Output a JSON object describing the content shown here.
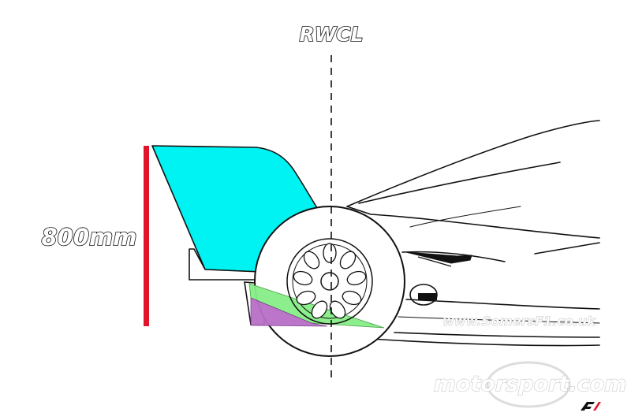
{
  "diagram": {
    "centerline_label": "RWCL",
    "height_label": "800mm",
    "colors": {
      "wing": "#00f3f3",
      "dimension_line": "#e0142a",
      "green_zone": "#86ee86",
      "purple_zone": "#b86fc8",
      "outline": "#111111",
      "background": "#ffffff"
    }
  },
  "watermarks": {
    "credit": "www.SomersF1.co.uk",
    "publisher": "motorsport.com",
    "logo": "F1"
  }
}
